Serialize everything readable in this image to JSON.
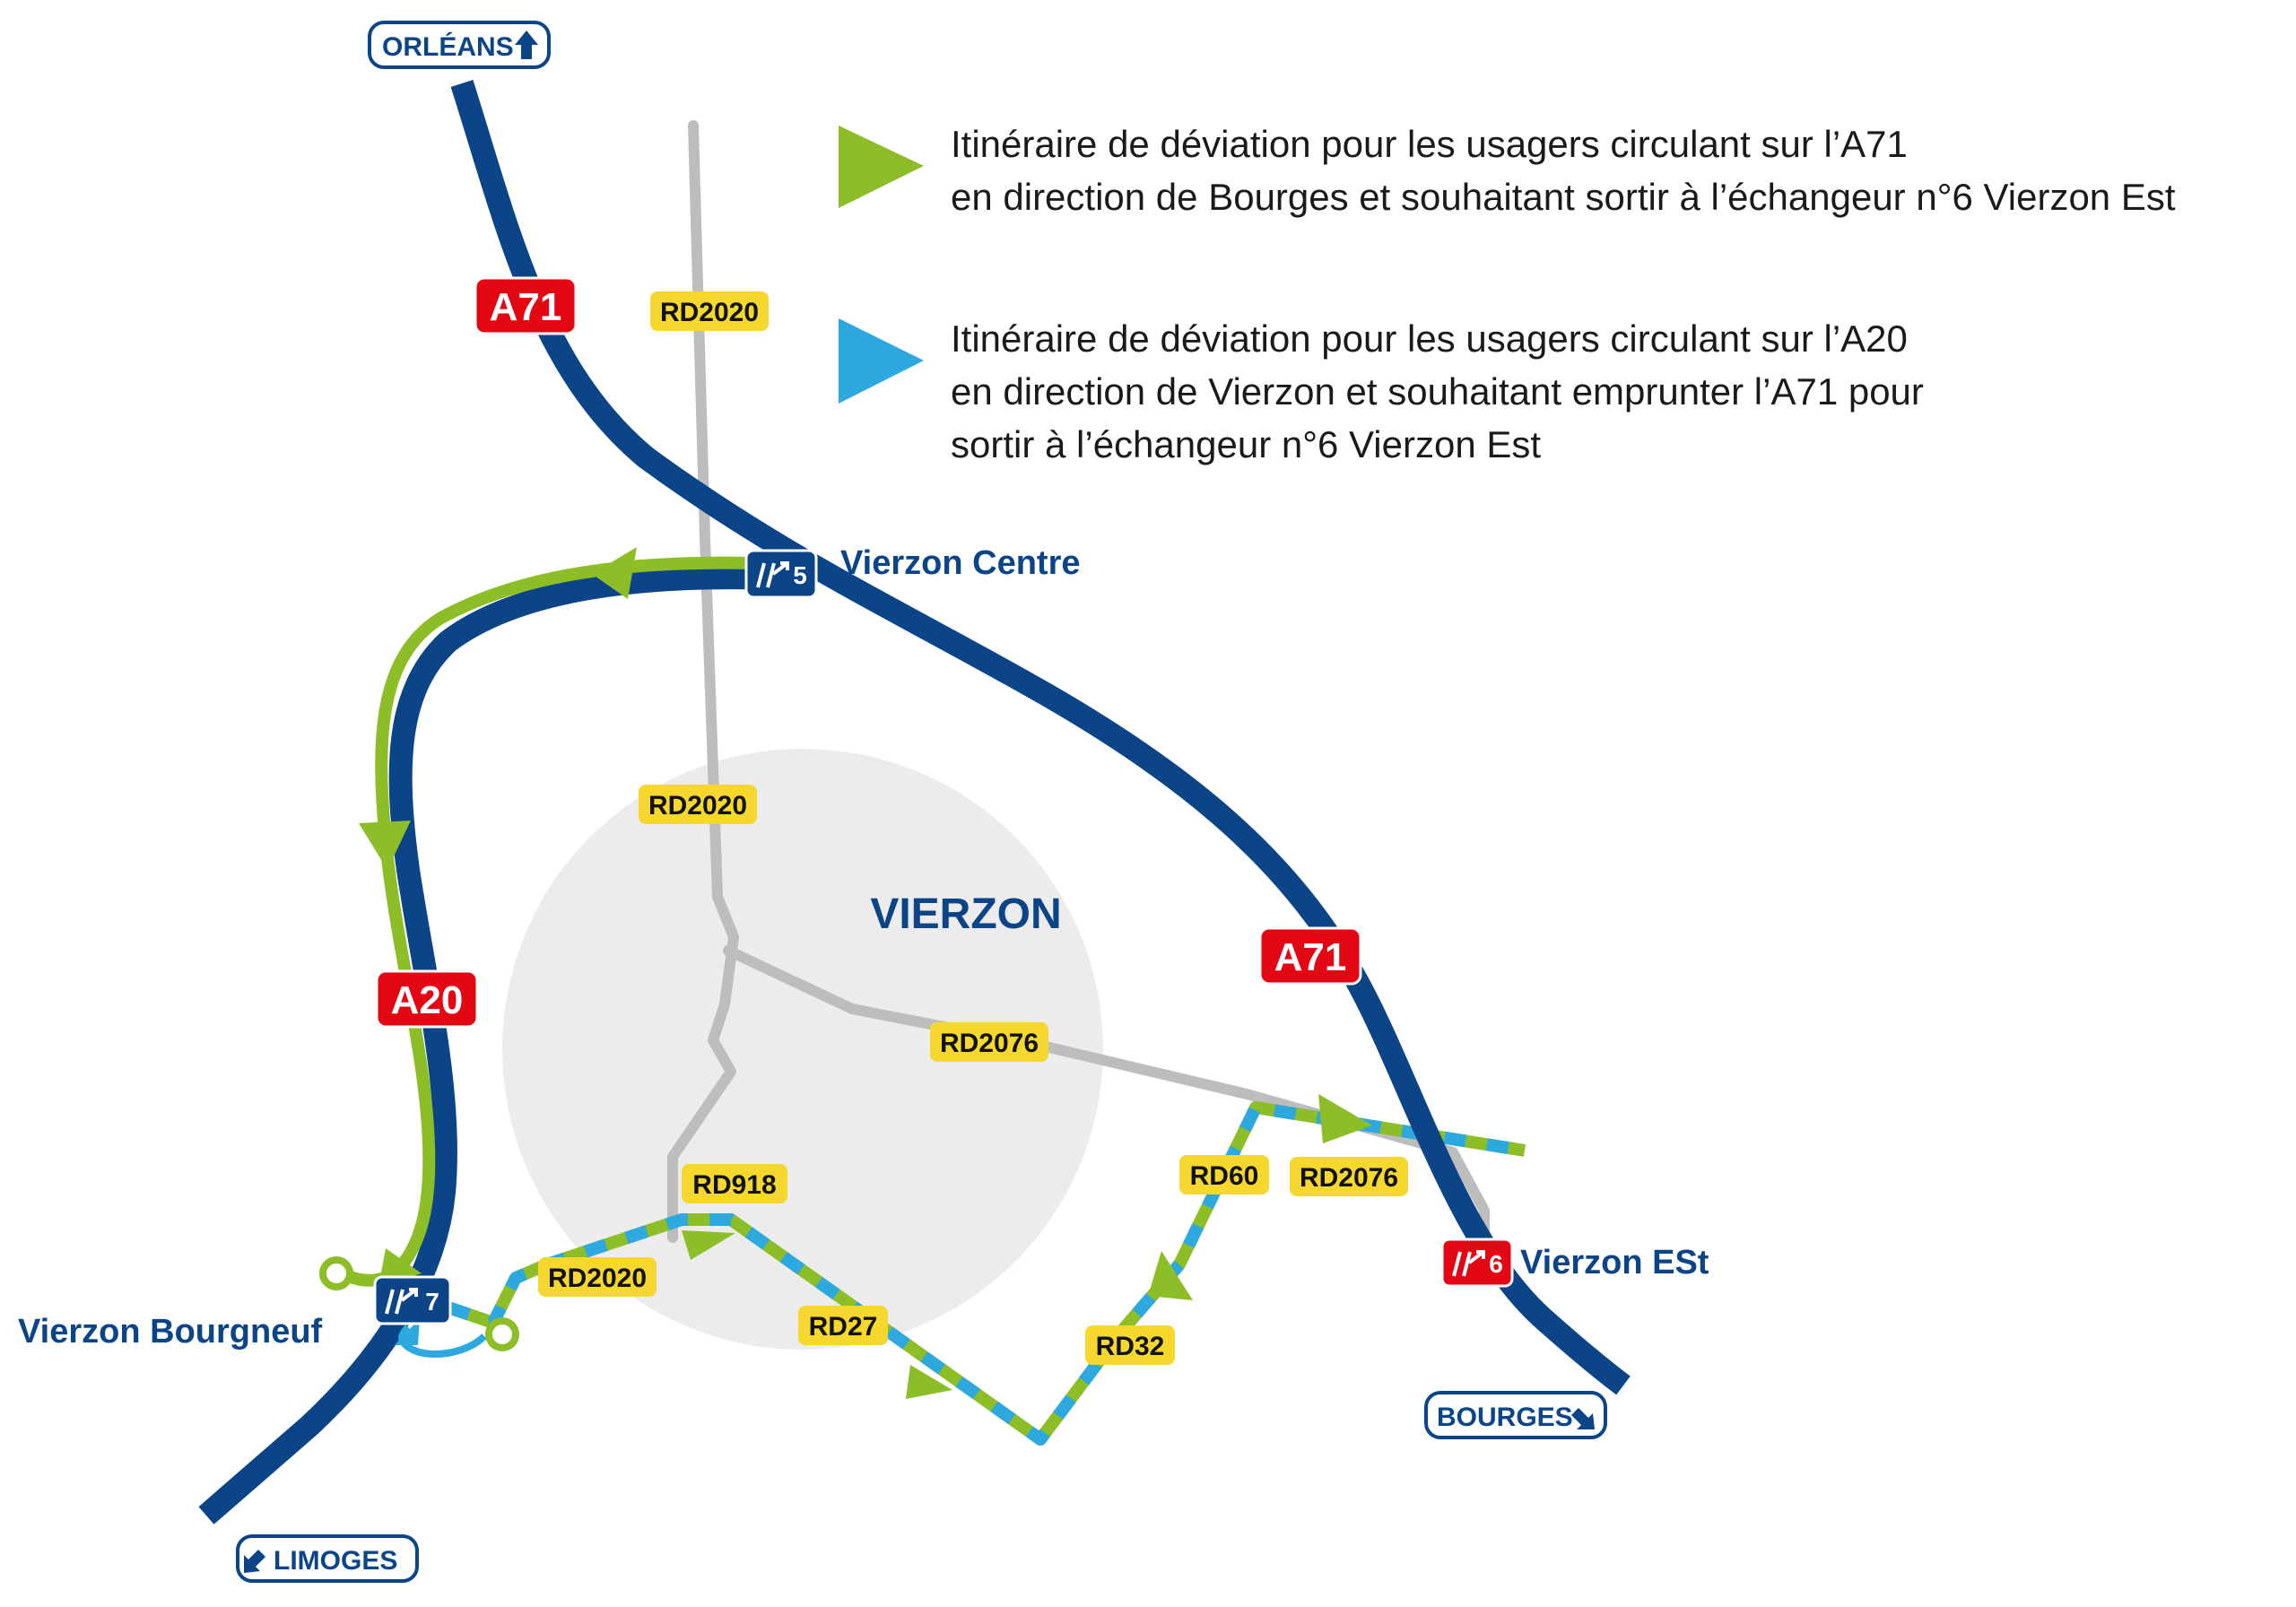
{
  "colors": {
    "motorway": "#0b4587",
    "road_grey": "#bdbdbd",
    "route_green": "#8dbd27",
    "route_blue": "#2ea9df",
    "rd_badge": "#f6d72d",
    "a_badge": "#e30613",
    "town_circle": "#ececec"
  },
  "city": {
    "name": "VIERZON"
  },
  "motorways": {
    "a71_north": "A71",
    "a71_south": "A71",
    "a20": "A20"
  },
  "destinations": {
    "orleans": {
      "label": "ORLÉANS",
      "icon": "arrow-up-icon"
    },
    "bourges": {
      "label": "BOURGES",
      "icon": "arrow-down-right-icon"
    },
    "limoges": {
      "label": "LIMOGES",
      "icon": "arrow-down-left-icon"
    }
  },
  "exits": {
    "exit5": {
      "number": "5",
      "name": "Vierzon Centre",
      "icon": "exit-icon"
    },
    "exit6": {
      "number": "6",
      "name": "Vierzon ESt",
      "icon": "exit-icon"
    },
    "exit7": {
      "number": "7",
      "name": "Vierzon Bourgneuf",
      "icon": "exit-icon"
    }
  },
  "roads": {
    "rd2020_north": "RD2020",
    "rd2020_center": "RD2020",
    "rd2076_center": "RD2076",
    "rd918": "RD918",
    "rd2020_south": "RD2020",
    "rd27": "RD27",
    "rd32": "RD32",
    "rd60": "RD60",
    "rd2076_east": "RD2076"
  },
  "legend": {
    "green": {
      "icon": "green-triangle-icon",
      "lines": [
        "Itinéraire de déviation pour les usagers circulant sur l’A71",
        "en direction de Bourges et souhaitant sortir à l’échangeur n°6 Vierzon Est"
      ]
    },
    "blue": {
      "icon": "blue-triangle-icon",
      "lines": [
        "Itinéraire de déviation pour les usagers circulant sur l’A20",
        "en direction de Vierzon et souhaitant emprunter l’A71 pour",
        "sortir à l’échangeur n°6 Vierzon Est"
      ]
    }
  }
}
